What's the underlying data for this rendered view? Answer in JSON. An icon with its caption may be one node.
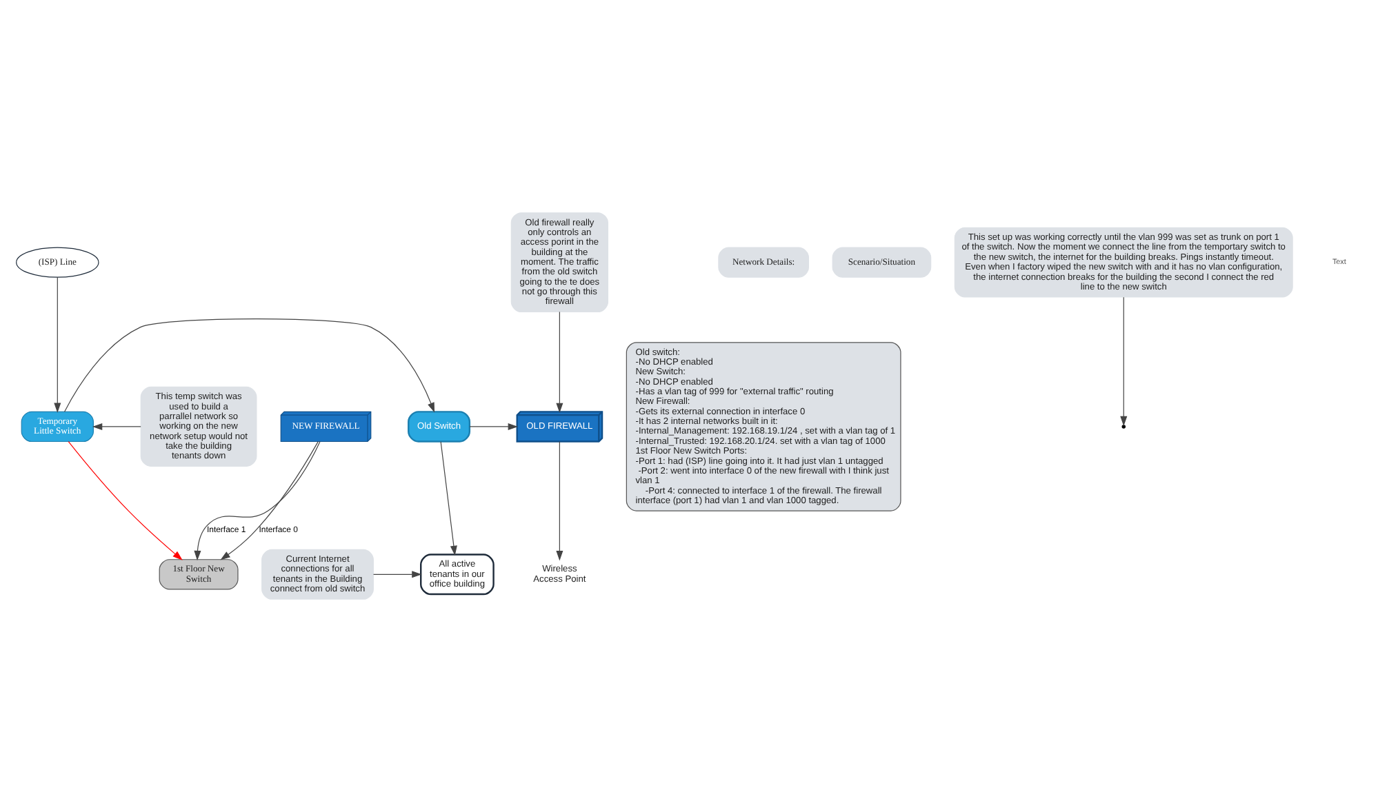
{
  "diagram": {
    "nodes": [
      {
        "text": [
          "Wireless Access Point"
        ]
      },
      {
        "text": [
          "All active tenants in our office building"
        ]
      },
      {
        "text": [
          "Current Internet connections for all tenants in the Building connect from old switch"
        ]
      },
      {
        "text": [
          "(ISP) Line"
        ]
      },
      {
        "text": [
          "OLD FIREWALL"
        ]
      },
      {
        "text": [
          "Old Switch"
        ]
      },
      {
        "text": [
          "Temporary Little Switch"
        ]
      },
      {
        "text": [
          "This temp switch was used to build a parrallel network so working on the new network setup would not take the building tenants down"
        ]
      },
      {
        "text": [
          "Old firewall really only controls an access porint in the building at the moment. The traffic from the old switch going to the te does not go through this firewall"
        ]
      },
      {
        "text": [
          "1st Floor New Switch"
        ]
      },
      {
        "text": [
          "NEW FIREWALL"
        ]
      },
      {
        "text": [
          "Network Details:"
        ]
      },
      {
        "text": [
          "Old switch:",
          "-No DHCP enabled",
          "New Switch:",
          "-No DHCP enabled",
          "-Has a vlan tag of 999 for \"external traffic\" routing",
          "New Firewall:",
          "-Gets its external connection in interface 0",
          "-It has 2 internal networks built in it:",
          "-Internal_Management: 192.168.19.1/24 , set with a vlan tag of 1",
          "-Internal_Trusted: 192.168.20.1/24. set with a vlan tag of 1000",
          "1st Floor New Switch Ports:",
          "-Port 1: had (ISP) line going into it. It had just vlan 1 untagged",
          "-Port 2: went into interface 0 of the new firewall with I think just vlan 1",
          "-Port 4: connected to interface 1 of the firewall. The firewall interface (port 1) had vlan 1 and vlan 1000 tagged."
        ]
      },
      {
        "text": [
          "Scenario/Situation"
        ]
      },
      {
        "text": [
          "This set up was working correctly until the vlan 999 was set as trunk on port 1 of the switch. Now the moment we connect the line from the temportary switch to the new switch, the internet for the building breaks. Pings instantly timeout.",
          "Even when I factory wiped the new switch with and it has no vlan configuration, the internet connection breaks for the building the second I connect the red line to the new switch"
        ]
      }
    ],
    "edges": [
      {
        "from": 4,
        "to": 0,
        "arrow": "to"
      },
      {
        "from": 2,
        "to": 1,
        "arrow": "to"
      },
      {
        "from": 5,
        "to": 1,
        "arrow": "to"
      },
      {
        "from": 5,
        "to": 4,
        "arrow": "to"
      },
      {
        "from": 6,
        "to": 5,
        "arrow": "to"
      },
      {
        "from": 3,
        "to": 6,
        "arrow": "to"
      },
      {
        "from": 7,
        "to": 6,
        "arrow": "to"
      },
      {
        "from": 8,
        "to": 4,
        "arrow": "to"
      },
      {
        "from": 6,
        "to": 9,
        "arrow": "to",
        "color": "#ff0000"
      },
      {
        "from": 10,
        "to": 9,
        "arrow": "to",
        "label": "Interface 0"
      },
      {
        "from": 10,
        "to": 9,
        "arrow": "to",
        "label": "Interface 1"
      },
      {
        "from": 14,
        "to": null,
        "arrow": "to"
      }
    ],
    "labels": [
      "Text"
    ]
  }
}
